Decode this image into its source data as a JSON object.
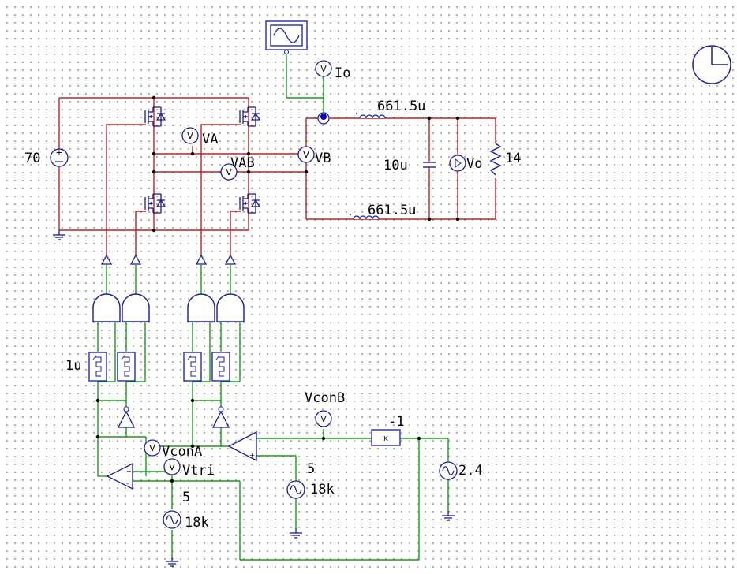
{
  "colors": {
    "power": "#c02020",
    "control": "#10a010",
    "component": "#1a1aa8",
    "node": "#0000d0"
  },
  "labels": {
    "dc_source": "70",
    "probe_io": "Io",
    "probe_va": "VA",
    "probe_vb": "VB",
    "probe_vab": "VAB",
    "probe_vo": "Vo",
    "probe_vconb": "VconB",
    "probe_vcona": "VconA",
    "probe_vtri": "Vtri",
    "inductor_top": "661.5u",
    "inductor_bottom": "661.5u",
    "capacitor": "10u",
    "resistor": "14",
    "deadtime": "1u",
    "gain": "-1",
    "gain_symbol": "K",
    "control_source": "2.4",
    "tri_amp_1": "5",
    "tri_freq_1": "18k",
    "tri_amp_2": "5",
    "tri_freq_2": "18k",
    "voltmeter_symbol": "V"
  }
}
